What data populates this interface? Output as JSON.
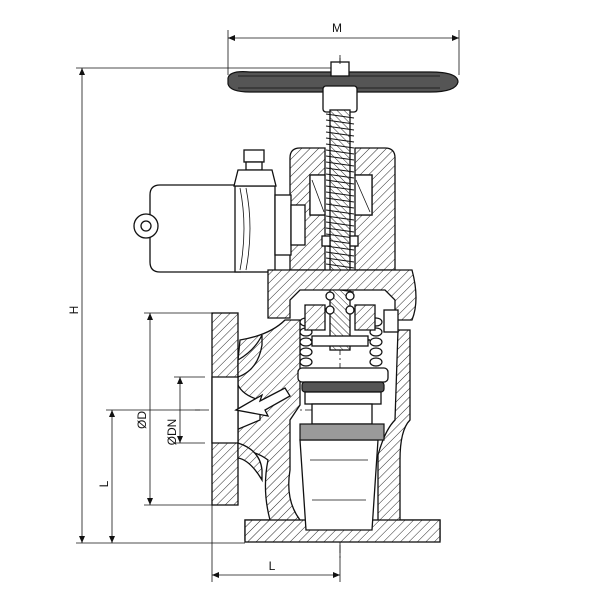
{
  "dimensions": {
    "M": "M",
    "H": "H",
    "L_vertical": "L",
    "L_horizontal": "L",
    "D": "ØD",
    "DN": "ØDN"
  }
}
